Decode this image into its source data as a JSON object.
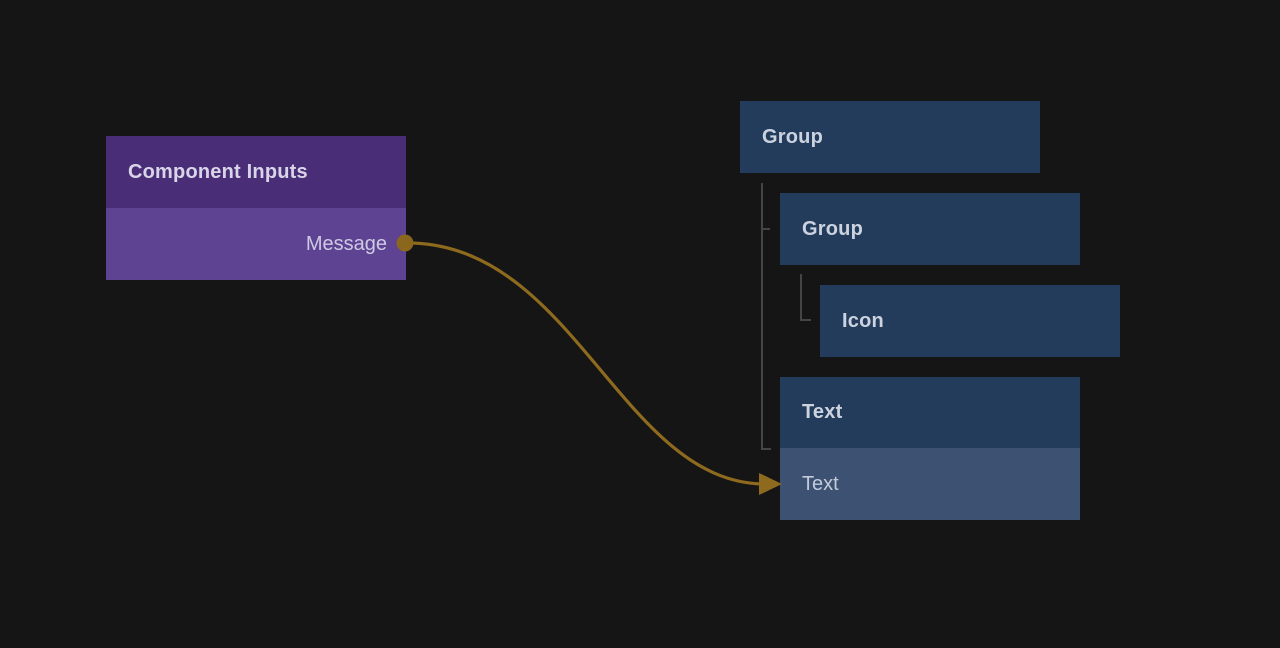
{
  "app": {
    "background_color": "#151515"
  },
  "inputs_node": {
    "title": "Component Inputs",
    "header_color": "#4a2d77",
    "row_color": "#5d4392",
    "outputs": [
      {
        "label": "Message",
        "port_icon": "circle-port-icon"
      }
    ]
  },
  "connection": {
    "from": "Message",
    "to": "Text",
    "color": "#8d6a1e",
    "port_color": "#8a671d",
    "arrow_icon": "right-arrowhead-icon"
  },
  "layer_tree": {
    "box_color": "#233c5c",
    "selected_row_color": "#3d5173",
    "connector_color": "#454548",
    "items": [
      {
        "label": "Group",
        "depth": 0
      },
      {
        "label": "Group",
        "depth": 1
      },
      {
        "label": "Icon",
        "depth": 2
      },
      {
        "label": "Text",
        "depth": 1,
        "sub_label": "Text",
        "sub_is_target": true
      }
    ]
  }
}
